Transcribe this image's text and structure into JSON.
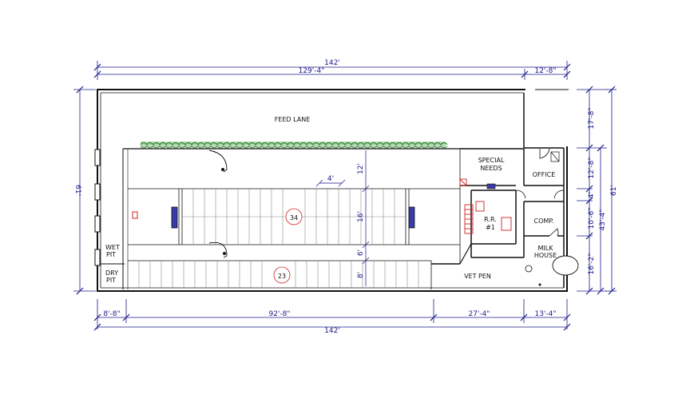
{
  "dimensions": {
    "top_total": "142'",
    "top_main": "129'-4\"",
    "top_right": "12'-8\"",
    "bottom_left": "8'-8\"",
    "bottom_mid": "92'-8\"",
    "bottom_right1": "27'-4\"",
    "bottom_right2": "13'-4\"",
    "bottom_total": "142'",
    "left_total": "61'",
    "right_outer": "61'",
    "right_mid": "43'-4\"",
    "right_17": "17'-8\"",
    "right_12": "12'-8\"",
    "right_4": "4'",
    "right_10": "10'-6\"",
    "right_16": "16'-2\"",
    "inner_12": "12'",
    "inner_16": "16'",
    "inner_6": "6'",
    "inner_8": "8'",
    "inner_4": "4'"
  },
  "rooms": {
    "feed_lane": "FEED LANE",
    "special_needs_1": "SPECIAL",
    "special_needs_2": "NEEDS",
    "office": "OFFICE",
    "comp": "COMP.",
    "milk_1": "MILK",
    "milk_2": "HOUSE",
    "rr_1": "R.R.",
    "rr_2": "#1",
    "wet_pit_1": "WET",
    "wet_pit_2": "PIT",
    "dry_pit_1": "DRY",
    "dry_pit_2": "PIT",
    "vet_pen": "VET PEN"
  },
  "stall_counts": {
    "upper": "34",
    "lower": "23"
  },
  "colors": {
    "dimension": "#1a1a8c",
    "wall": "#111111",
    "grid": "#8a8a8a",
    "accent_red": "#d22222",
    "waterer_blue": "#3a3aa8",
    "hedge_green": "#2e8a2e"
  }
}
